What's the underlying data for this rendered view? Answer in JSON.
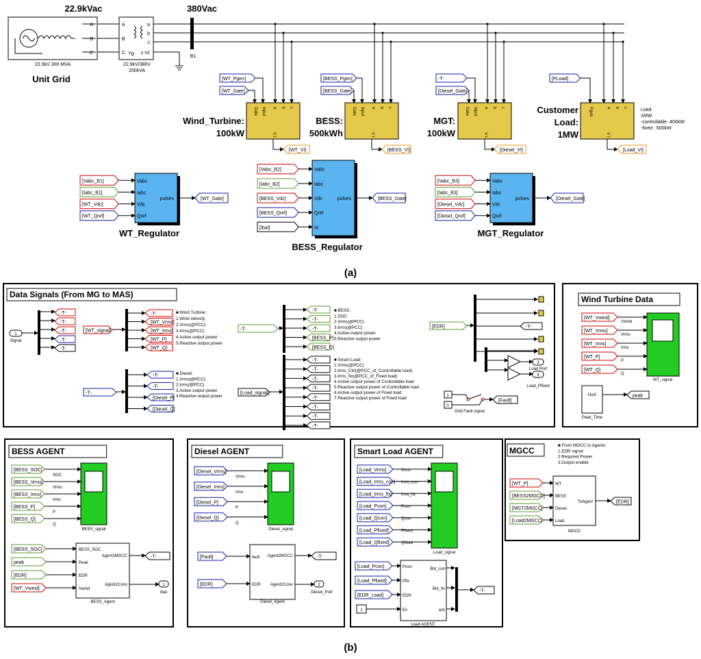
{
  "top": {
    "voltage_hv": "22.9kVac",
    "voltage_lv": "380Vac",
    "source_spec": "22.9kV 300 MVA",
    "unit_grid_label": "Unit Grid",
    "transformer_spec_1": "22.9kV/380V",
    "transformer_spec_2": "200kVA",
    "bus_label": "B1",
    "phase_labels": [
      "A",
      "B",
      "C"
    ],
    "lv_phase_labels": [
      "a",
      "b",
      "c",
      "n2"
    ],
    "tx_labels": [
      "Yg",
      "Y"
    ],
    "wind": {
      "line1": "Wind_Turbine:",
      "line2": "100kW",
      "gate_in": "[WT_Gate]",
      "p_in": "[WT_Pgen]",
      "vi_out": "[WT_VI]"
    },
    "bess": {
      "line1": "BESS:",
      "line2": "500kWh",
      "gate_in": "[BESS_Gate]",
      "p_in": "[BESS_Pgen]",
      "vi_out": "[BESS_VI]"
    },
    "mgt": {
      "line1": "MGT:",
      "line2": "100kW",
      "gate_in": "[Diesel_Gate]",
      "p_in": "-T-",
      "vi_out": "[Diesel_VI]"
    },
    "load": {
      "line1": "Customer",
      "line2": "Load:",
      "line3": "1MW",
      "p_in": "[PLoad]",
      "vi_out": "[Load_VI]",
      "note": [
        "Load",
        "1MW",
        "-controllable :400kW",
        "-fixed : 600kW"
      ]
    },
    "port_gate": "Gate",
    "port_input": "Input",
    "port_pgen": "Pgen",
    "port_vi": "V I",
    "port_abc": [
      "a",
      "b",
      "c"
    ],
    "wt_reg": {
      "title": "WT_Regulator",
      "inputs": [
        "[Vabc_B1]",
        "[Iabc_B1]",
        "[WT_Vdc]",
        "[WT_Qref]"
      ],
      "ports": [
        "Vabc",
        "Iabc",
        "Vdc",
        "Qref"
      ],
      "out_port": "pulses",
      "out": "[WT_Gate]"
    },
    "bess_reg": {
      "title": "BESS_Regulator",
      "inputs": [
        "[Vabc_B2]",
        "[Iabc_B2]",
        "[BESS_Vdc]",
        "[BESS_Qref]",
        "[Ibat]"
      ],
      "ports": [
        "Vabc",
        "Iabc",
        "Vdc",
        "Qref",
        "Id"
      ],
      "out_port": "pulses",
      "out": "[BESS_Gate]"
    },
    "mgt_reg": {
      "title": "MGT_Regulator",
      "inputs": [
        "[Vabc_B3]",
        "[Iabc_B3]",
        "[Diesel_Vdc]",
        "[Diesel_Qref]"
      ],
      "ports": [
        "Vabc",
        "Iabc",
        "Vdc",
        "Qref"
      ],
      "out_port": "pulses",
      "out": "[Diesel_Gate]"
    },
    "caption": "(a)"
  },
  "data_signals": {
    "title": "Data Signals (From MG to MAS)",
    "signal_in_num": "1",
    "signal_in_label": "Signal",
    "t_tag": "-T-",
    "wt_signal": "[WT_signal]",
    "wt_outs": [
      "-T-",
      "[WT_Vrms]",
      "[WT_Irms]",
      "[WT_P]",
      "[WT_Q]"
    ],
    "wt_note": [
      "Wind Turbine:",
      "1.Wind velocity",
      "2.Vrms(@PCC)",
      "3.Irms(@PCC)",
      "4.Active output power",
      "5.Reactive output power"
    ],
    "bess_outs": [
      "-T-",
      "-T-",
      "-T-",
      "[BESS_P]",
      "[BESS_Q]"
    ],
    "bess_note": [
      "BESS:",
      "1.SOC",
      "2.Vrms(@PCC)",
      "3.Irms(@PCC)",
      "4.Active output power",
      "5.Reactive output power"
    ],
    "diesel_outs": [
      "-T-",
      "-T-",
      "[Diesel_P]",
      "[Diesel_Q]"
    ],
    "diesel_note": [
      "Diesel:",
      "1.Vrms(@PCC)",
      "2.Irms(@PCC)",
      "3.Active output power",
      "4.Reactive output power"
    ],
    "load_signal": "[Load_signal]",
    "load_note": [
      "Smart Load:",
      "1.Vrms(@PCC)",
      "2.Irms_Ctrl(@PCC_of_Controllable load)",
      "3.Irms_fix(@PCC_of_Fixed load)",
      "4.Active output power of Controllable load",
      "5.Reactive output power of Controllable load",
      "6.Active output power of Fixed load",
      "7.Reactive output power of Fixed load"
    ],
    "edr": "[EDR]",
    "load_pref_num": "3",
    "load_pref": "Load Pref",
    "load_pfixed_num": "4",
    "load_pfixed": "Load_Pfixed",
    "fault_consts": [
      "1",
      "0"
    ],
    "fault_tag": "[Fault]",
    "fault_label": "Grid Fault signal"
  },
  "wind_data": {
    "title": "Wind Turbine Data",
    "inputs": [
      "[WT_Vwind]",
      "[WT_Vrms]",
      "[WT_Irms]",
      "[WT_P]",
      "[WT_Q]"
    ],
    "ports": [
      "Vwind",
      "Vrms",
      "Irms",
      "P",
      "Q"
    ],
    "scope": "WT_signal",
    "peak_block": "Out1",
    "peak_label": "Peak_Time",
    "peak_tag": "peak"
  },
  "bess_agent": {
    "title": "BESS AGENT",
    "scope_inputs": [
      "[BESS_SOC]",
      "[BESS_Vrms]",
      "[BESS_Irms]",
      "[BESS_P]",
      "[BESS_Q]"
    ],
    "scope_ports": [
      "SOC",
      "Vrms",
      "Irms",
      "P",
      "Q"
    ],
    "scope": "BESS_signal",
    "agent_inputs": [
      "[BESS_SOC]",
      "peak",
      "[EDR]",
      "[WT_Vwind]"
    ],
    "agent_ports": [
      "BESS_SOC",
      "Peak",
      "EDR",
      "Vwind"
    ],
    "agent_outs": [
      "Agent2MGCC",
      "Agent2Conv"
    ],
    "out_tag": "-T-",
    "out_num": "1",
    "out_label": "Ibat",
    "agent": "BESS_Agent"
  },
  "diesel_agent": {
    "title": "Diesel AGENT",
    "scope_inputs": [
      "[Diesel_Vrms]",
      "[Diesel_Irms]",
      "[Diesel_P]",
      "[Diesel_Q]"
    ],
    "scope_ports": [
      "Vrms",
      "Irms",
      "P",
      "Q"
    ],
    "scope": "Diesel_signal",
    "agent_inputs": [
      "[Fault]",
      "[EDR]"
    ],
    "agent_ports": [
      "fault",
      "EDR"
    ],
    "agent_outs": [
      "Agent2MGCC",
      "Agent2Conv"
    ],
    "out_tag": "-T-",
    "out_num": "2",
    "out_label": "Diesel_Pref",
    "agent": "Diesel_Agent"
  },
  "load_agent": {
    "title": "Smart Load AGENT",
    "scope_inputs": [
      "[Load_Vrms]",
      "[Load_Irms_con]",
      "[Load_Irms_fix]",
      "[Load_Pcon]",
      "[Load_Qcon]",
      "[Load_Pfixed]",
      "[Load_Qfixed]"
    ],
    "scope_ports": [
      "Vrms",
      "Irms_con",
      "Irms_fix",
      "Pcon",
      "Qcon",
      "Pfixed",
      "Qfixed"
    ],
    "scope": "Load_signal",
    "agent_inputs": [
      "[Load_Pcon]",
      "[Load_Pfixed]",
      "[EDR_Load]",
      "1"
    ],
    "agent_ports": [
      "Pcon",
      "Pfix",
      "EDR",
      "En"
    ],
    "agent_outs": [
      "Bid_con",
      "Bid_fix",
      "ack"
    ],
    "out_tag": "-T-",
    "agent": "Load AGENT"
  },
  "mgcc": {
    "title": "MGCC",
    "note": [
      "From MGCC to Agents",
      "1.EDR signal",
      "2.Required Power",
      "3.Output enable"
    ],
    "inputs": [
      "[WT_P]",
      "[BESS2MGCC]",
      "[MGT2MGCC]",
      "[Load2MGCC]"
    ],
    "ports": [
      "WT",
      "BESS",
      "Diesel",
      "Load"
    ],
    "out_port": "ToAgent",
    "out": "[EDR]",
    "block": "MGCC"
  },
  "caption_b": "(b)",
  "colors": {
    "red": "#d40000",
    "blue": "#1a1aa8",
    "green": "#5a9a2a",
    "orange": "#e89020"
  }
}
